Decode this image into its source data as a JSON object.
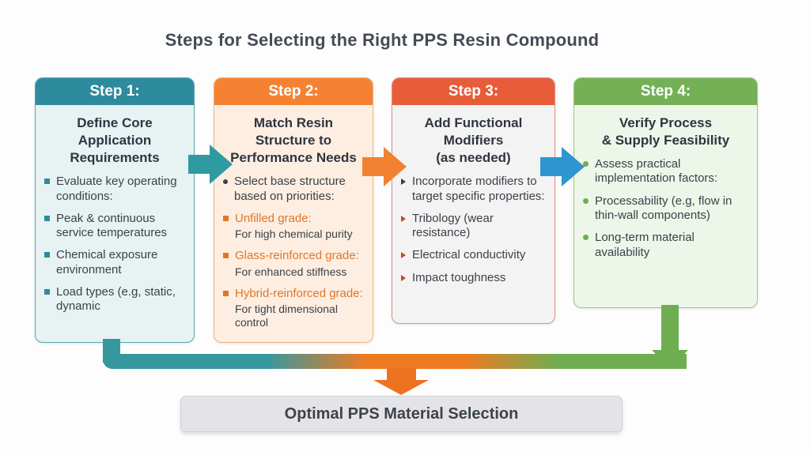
{
  "title": "Steps for Selecting the Right PPS Resin Compound",
  "steps": [
    {
      "header": "Step 1:",
      "heading": "Define Core\nApplication\nRequirements",
      "bullets": [
        {
          "text": "Evaluate key operating conditions:"
        },
        {
          "text": "Peak & continuous service temperatures"
        },
        {
          "text": "Chemical exposure environment"
        },
        {
          "text": "Load types (e.g, static, dynamic"
        }
      ]
    },
    {
      "header": "Step 2:",
      "heading": "Match Resin\nStructure to\nPerformance Needs",
      "bullets": [
        {
          "text": "Select base structure based on priorities:"
        },
        {
          "label": "Unfilled grade:",
          "desc": "For high chemical purity"
        },
        {
          "label": "Glass-reinforced grade:",
          "desc": "For enhanced stiffness"
        },
        {
          "label": "Hybrid-reinforced grade:",
          "desc": "For tight dimensional control"
        }
      ]
    },
    {
      "header": "Step 3:",
      "heading": "Add Functional\nModifiers\n(as needed)",
      "bullets": [
        {
          "text": "Incorporate modifiers to target specific properties:"
        },
        {
          "text": "Tribology (wear resistance)"
        },
        {
          "text": "Electrical conductivity"
        },
        {
          "text": "Impact toughness"
        }
      ]
    },
    {
      "header": "Step 4:",
      "heading": "Verify Process\n& Supply Feasibility",
      "bullets": [
        {
          "text": "Assess practical implementation factors:"
        },
        {
          "text": "Processability (e.g, flow in thin-wall components)"
        },
        {
          "text": "Long-term material availability"
        }
      ]
    }
  ],
  "result_label": "Optimal PPS Material Selection",
  "colors": {
    "step1_header": "#2e8a9d",
    "step1_body": "#e7f2f3",
    "step2_header": "#f58232",
    "step2_body": "#fdeee1",
    "step3_header": "#e85c3a",
    "step3_body": "#f3f3f3",
    "step4_header": "#74b055",
    "step4_body": "#eef6e9",
    "arrow_teal": "#2f9aa2",
    "arrow_orange": "#f08232",
    "arrow_blue": "#2e96cf",
    "arrow_green": "#6fae50",
    "bar_gradient": [
      "#36989e",
      "#ee7b22",
      "#70ad50"
    ],
    "accent_orange_text": "#e0762b",
    "accent_red_marker": "#cd4527",
    "result_box_bg": "#e4e4e8",
    "title_text": "#454b55"
  }
}
